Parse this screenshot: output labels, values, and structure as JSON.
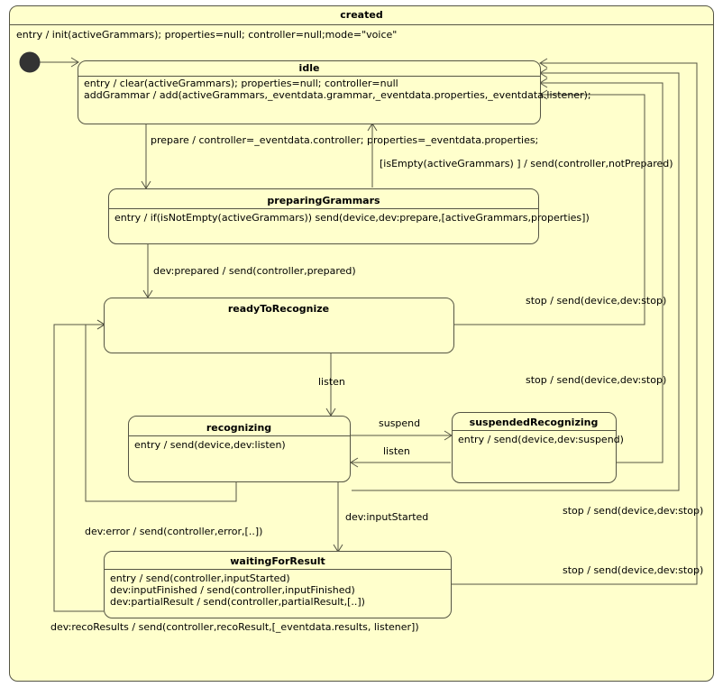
{
  "diagram": {
    "type": "uml-state-machine",
    "colors": {
      "state_fill": "#ffffcc",
      "state_border": "#555544",
      "edge": "#555544",
      "initial_dot": "#333333",
      "text": "#000000",
      "page_background": "#ffffff"
    },
    "outer_state": {
      "title": "created",
      "entry": "entry / init(activeGrammars); properties=null; controller=null;mode=\"voice\""
    },
    "initial_pseudostate": "initial-state-dot",
    "states": [
      {
        "id": "idle",
        "title": "idle",
        "lines": [
          "entry / clear(activeGrammars); properties=null; controller=null",
          "addGrammar / add(activeGrammars,_eventdata.grammar,_eventdata.properties,_eventdata.listener);"
        ]
      },
      {
        "id": "preparingGrammars",
        "title": "preparingGrammars",
        "lines": [
          "entry / if(isNotEmpty(activeGrammars)) send(device,dev:prepare,[activeGrammars,properties])"
        ]
      },
      {
        "id": "readyToRecognize",
        "title": "readyToRecognize",
        "lines": []
      },
      {
        "id": "recognizing",
        "title": "recognizing",
        "lines": [
          "entry / send(device,dev:listen)"
        ]
      },
      {
        "id": "suspendedRecognizing",
        "title": "suspendedRecognizing",
        "lines": [
          "entry / send(device,dev:suspend)"
        ]
      },
      {
        "id": "waitingForResult",
        "title": "waitingForResult",
        "lines": [
          "entry / send(controller,inputStarted)",
          "dev:inputFinished / send(controller,inputFinished)",
          "dev:partialResult / send(controller,partialResult,[..])"
        ]
      }
    ],
    "transitions": [
      {
        "id": "t-initial-idle",
        "from": "initial",
        "to": "idle",
        "label": ""
      },
      {
        "id": "t-idle-preparing",
        "from": "idle",
        "to": "preparingGrammars",
        "label": "prepare / controller=_eventdata.controller; properties=_eventdata.properties;"
      },
      {
        "id": "t-preparing-idle",
        "from": "preparingGrammars",
        "to": "idle",
        "label": "[isEmpty(activeGrammars) ] / send(controller,notPrepared)"
      },
      {
        "id": "t-preparing-ready",
        "from": "preparingGrammars",
        "to": "readyToRecognize",
        "label": "dev:prepared / send(controller,prepared)"
      },
      {
        "id": "t-ready-idle",
        "from": "readyToRecognize",
        "to": "idle",
        "label": "stop / send(device,dev:stop)"
      },
      {
        "id": "t-ready-recognizing",
        "from": "readyToRecognize",
        "to": "recognizing",
        "label": "listen"
      },
      {
        "id": "t-recognizing-suspended",
        "from": "recognizing",
        "to": "suspendedRecognizing",
        "label": "suspend"
      },
      {
        "id": "t-suspended-recognizing",
        "from": "suspendedRecognizing",
        "to": "recognizing",
        "label": "listen"
      },
      {
        "id": "t-recognizing-idle",
        "from": "recognizing",
        "to": "idle",
        "label": "stop / send(device,dev:stop)"
      },
      {
        "id": "t-suspended-idle",
        "from": "suspendedRecognizing",
        "to": "idle",
        "label": "stop / send(device,dev:stop)"
      },
      {
        "id": "t-recognizing-waiting",
        "from": "recognizing",
        "to": "waitingForResult",
        "label": "dev:inputStarted"
      },
      {
        "id": "t-recognizing-ready-error",
        "from": "recognizing",
        "to": "readyToRecognize",
        "label": "dev:error / send(controller,error,[..])"
      },
      {
        "id": "t-waiting-idle",
        "from": "waitingForResult",
        "to": "idle",
        "label": "stop / send(device,dev:stop)"
      },
      {
        "id": "t-waiting-ready",
        "from": "waitingForResult",
        "to": "readyToRecognize",
        "label": "dev:recoResults / send(controller,recoResult,[_eventdata.results, listener])"
      }
    ]
  }
}
